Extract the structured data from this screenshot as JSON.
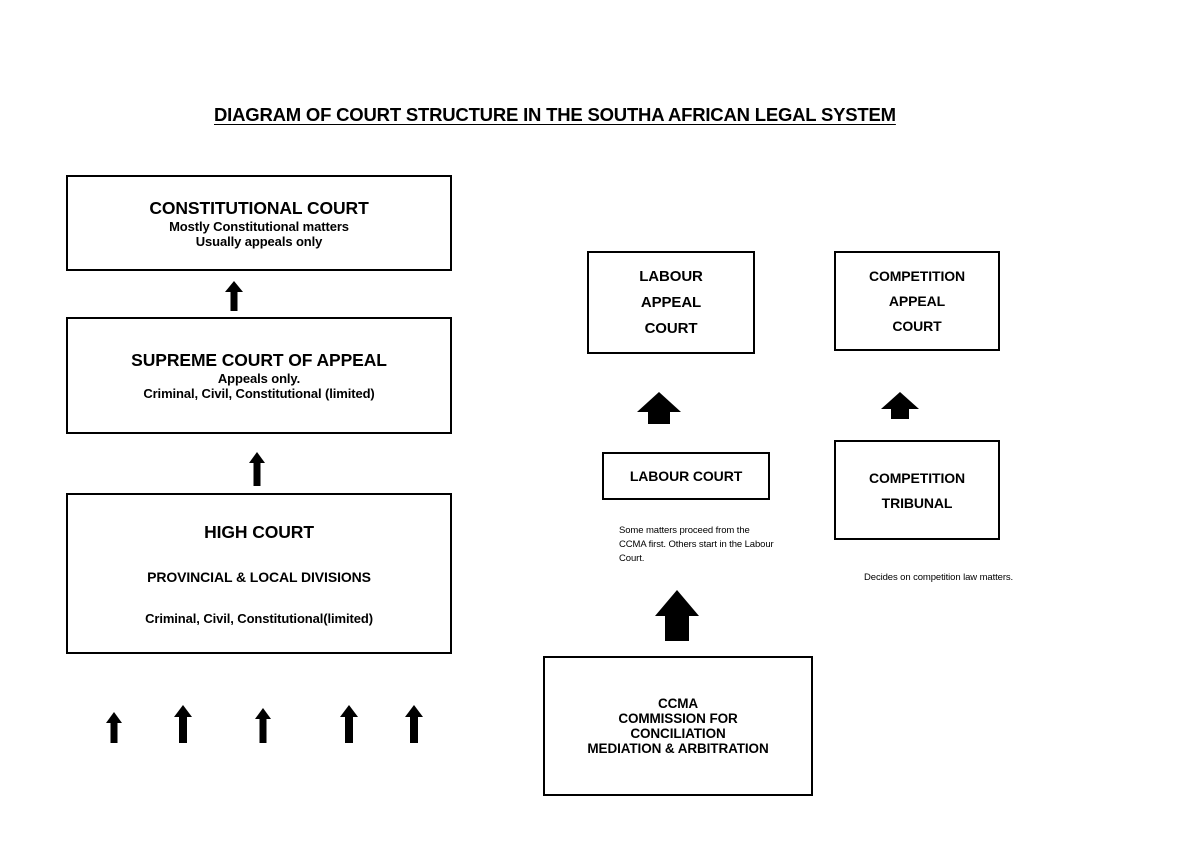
{
  "title": "DIAGRAM OF COURT STRUCTURE IN THE SOUTHA AFRICAN LEGAL SYSTEM",
  "boxes": {
    "constitutional_court": {
      "heading": "CONSTITUTIONAL COURT",
      "line2": "Mostly Constitutional matters",
      "line3": "Usually appeals only"
    },
    "supreme_court_of_appeal": {
      "heading": "SUPREME COURT OF APPEAL",
      "line2": "Appeals only.",
      "line3": "Criminal, Civil, Constitutional (limited)"
    },
    "high_court": {
      "heading": "HIGH COURT",
      "line2": "PROVINCIAL & LOCAL DIVISIONS",
      "line3": "Criminal, Civil, Constitutional(limited)"
    },
    "labour_appeal_court": {
      "line1": "LABOUR",
      "line2": "APPEAL",
      "line3": "COURT"
    },
    "competition_appeal_court": {
      "line1": "COMPETITION",
      "line2": "APPEAL",
      "line3": "COURT"
    },
    "labour_court": {
      "heading": "LABOUR COURT"
    },
    "competition_tribunal": {
      "line1": "COMPETITION",
      "line2": "TRIBUNAL"
    },
    "ccma": {
      "line1": "CCMA",
      "line2": "COMMISSION FOR",
      "line3": "CONCILIATION",
      "line4": "MEDIATION & ARBITRATION"
    }
  },
  "captions": {
    "labour_note": "Some matters proceed from the CCMA first. Others start in the Labour Court.",
    "competition_note": "Decides on competition law matters."
  },
  "arrows": {
    "cc_from_sca": "up-arrow-icon",
    "sca_from_hc": "up-arrow-icon",
    "lac_from_lc": "up-arrow-icon",
    "cac_from_ct": "up-arrow-icon",
    "lc_from_ccma": "up-arrow-icon",
    "lower_courts": [
      "up-arrow-icon",
      "up-arrow-icon",
      "up-arrow-icon",
      "up-arrow-icon",
      "up-arrow-icon"
    ]
  },
  "colors": {
    "stroke": "#000000",
    "background": "#ffffff"
  }
}
